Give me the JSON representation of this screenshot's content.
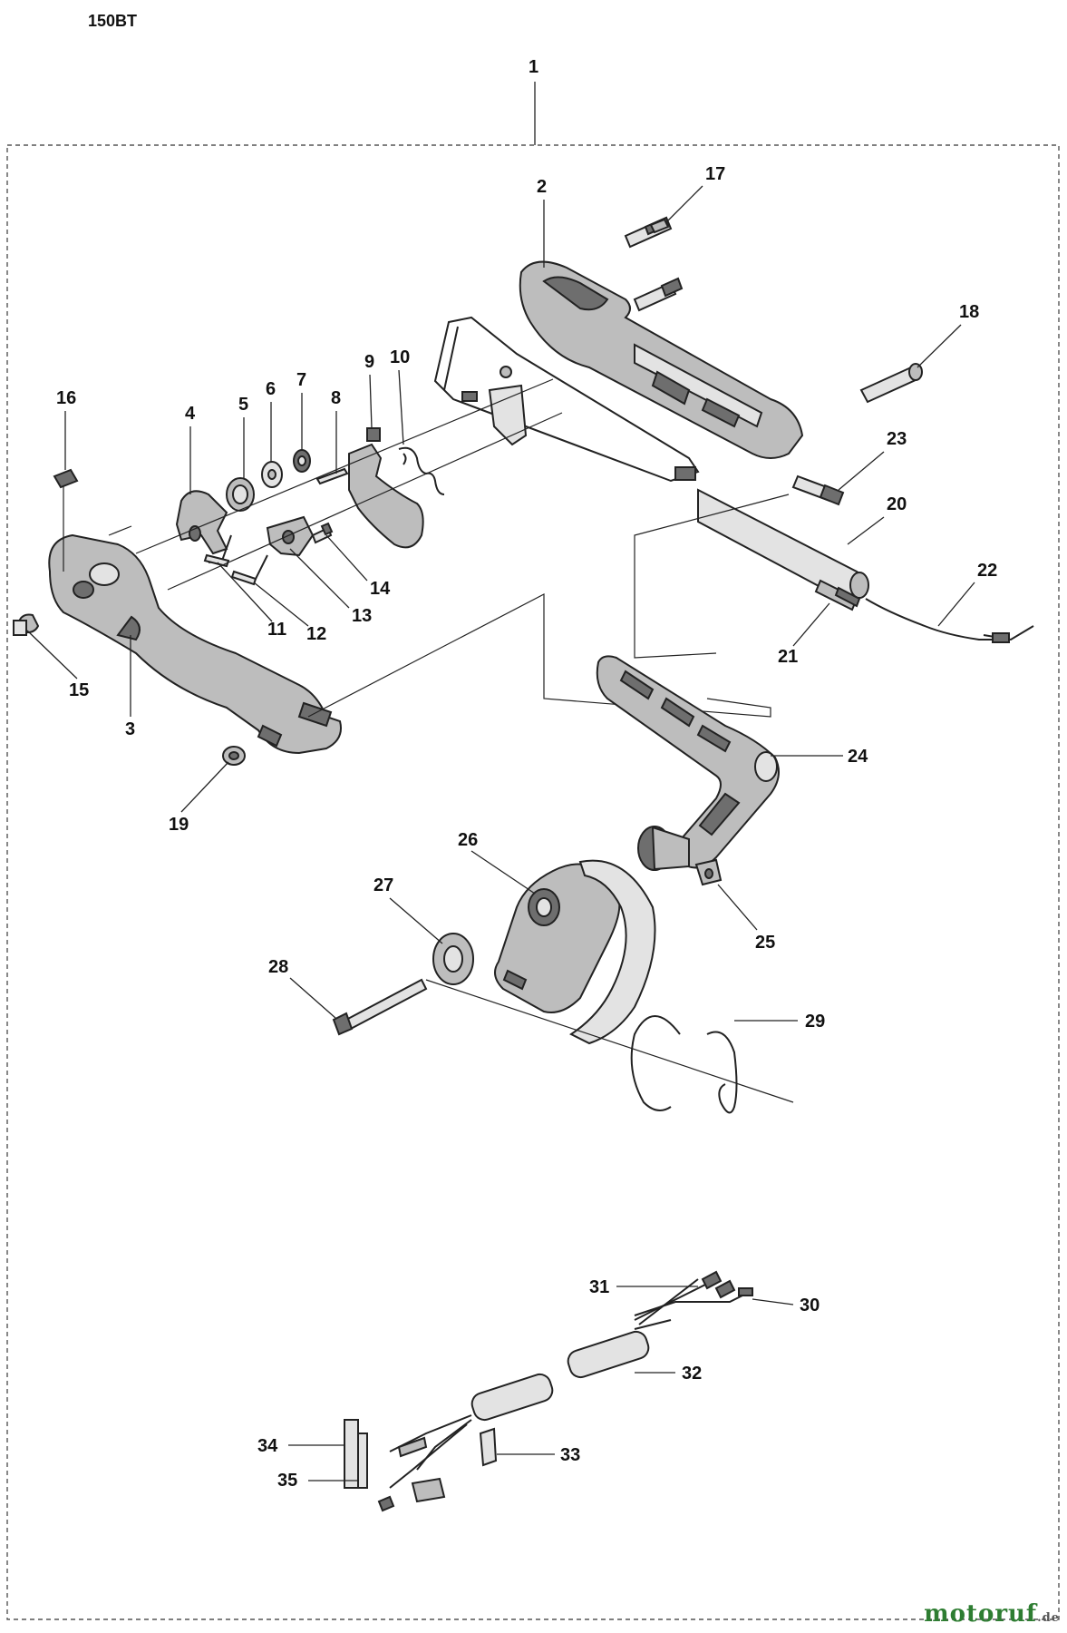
{
  "title": "150BT",
  "callouts": [
    "1",
    "2",
    "3",
    "4",
    "5",
    "6",
    "7",
    "8",
    "9",
    "10",
    "11",
    "12",
    "13",
    "14",
    "15",
    "16",
    "17",
    "18",
    "19",
    "20",
    "21",
    "22",
    "23",
    "24",
    "25",
    "26",
    "27",
    "28",
    "29",
    "30",
    "31",
    "32",
    "33",
    "34",
    "35"
  ],
  "logo": {
    "text": "motoruf",
    "tld": ".de"
  }
}
